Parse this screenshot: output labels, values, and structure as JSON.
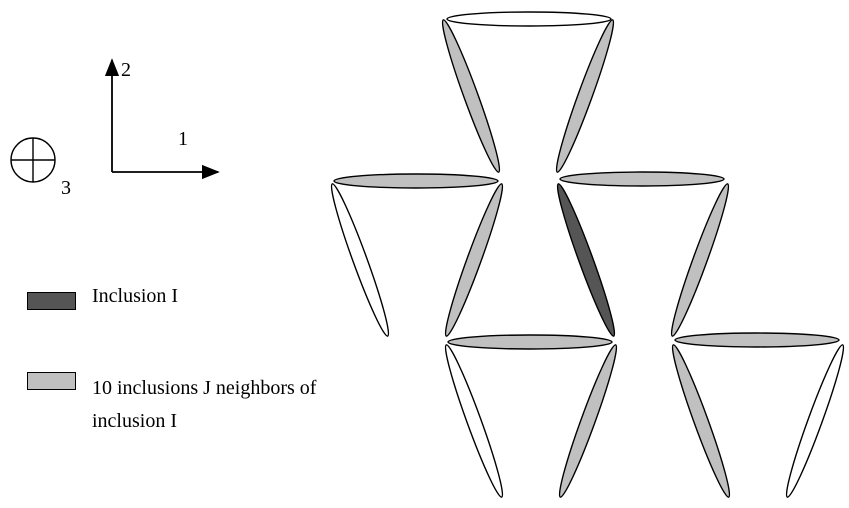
{
  "axes": {
    "label_1": "1",
    "label_2": "2",
    "label_3": "3"
  },
  "legend": {
    "items": [
      {
        "label": "Inclusion I",
        "color": "#555555"
      },
      {
        "label": "10 inclusions J neighbors of",
        "label_line2": "inclusion I",
        "color": "#c0c0c0"
      }
    ]
  },
  "colors": {
    "inclusion_i": "#555555",
    "neighbor_j": "#c0c0c0",
    "other": "#ffffff",
    "stroke": "#000000"
  }
}
